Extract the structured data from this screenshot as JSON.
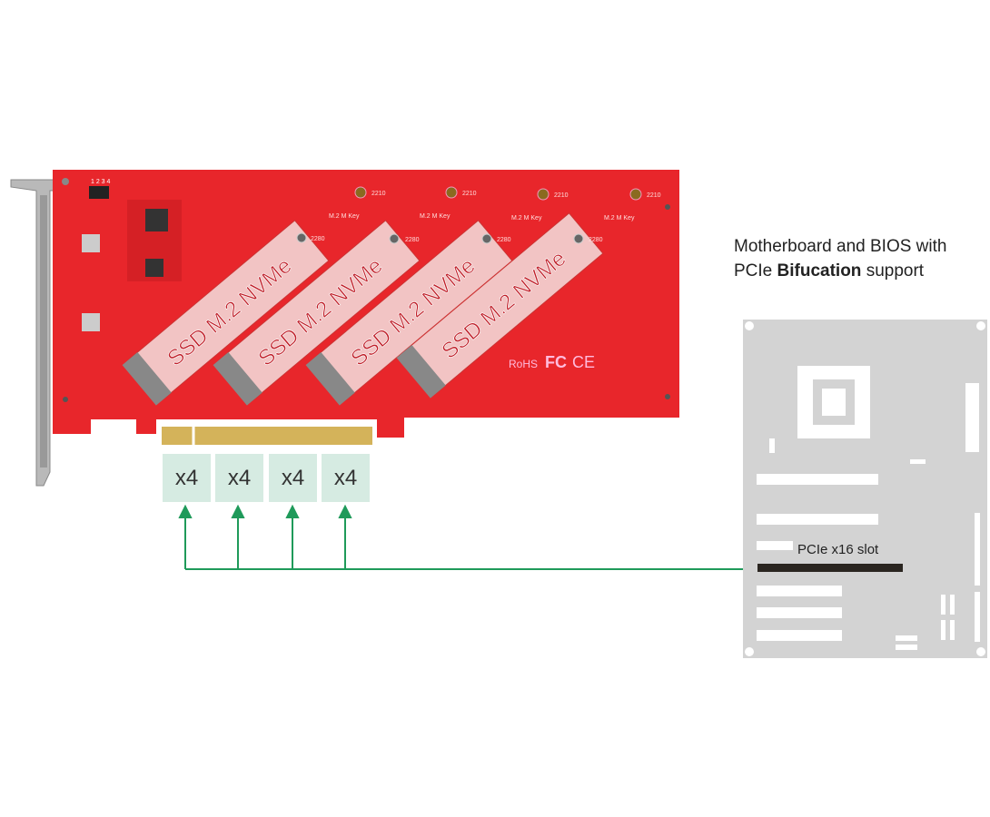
{
  "caption": {
    "line1": "Motherboard and BIOS with",
    "line2_prefix": "PCIe ",
    "line2_bold": "Bifucation",
    "line2_suffix": " support"
  },
  "lanes": [
    "x4",
    "x4",
    "x4",
    "x4"
  ],
  "motherboard": {
    "slot_label": "PCIe x16 slot"
  },
  "card": {
    "module_label": "SSD M.2 NVMe",
    "key_label": "M.2 M Key",
    "length_short": "2280",
    "length_long": "2210",
    "certs": [
      "RoHS",
      "FC",
      "CE"
    ],
    "header_pins": "1 2 3 4"
  },
  "colors": {
    "board": "#e8262b",
    "connector": "#1f9a5a",
    "lane_bg": "#d6ebe2",
    "motherboard": "#d3d3d3"
  }
}
